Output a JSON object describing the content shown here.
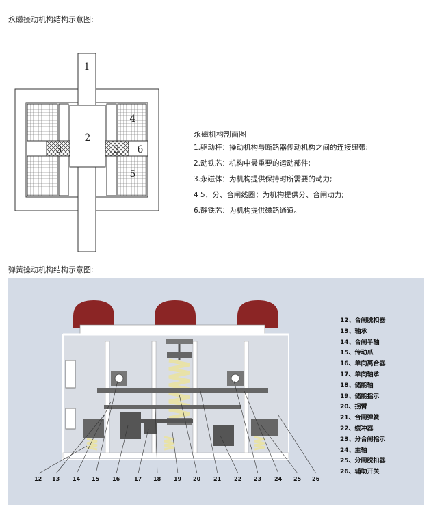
{
  "permanent_magnet": {
    "heading": "永磁操动机构结构示意图:",
    "caption": "永磁机构剖面图",
    "part_labels": [
      "1",
      "2",
      "3",
      "3",
      "4",
      "5",
      "6"
    ],
    "items": [
      "1.驱动杆：操动机构与断路器传动机构之间的连接纽带;",
      "2.动铁芯：机构中最重要的运动部件;",
      "3.永磁体：为机构提供保持时所需要的动力;",
      "4 5．分、合闸线圈：为机构提供分、合闸动力;",
      "6.静铁芯：为机构提供磁路通道。"
    ]
  },
  "spring": {
    "heading": "弹簧操动机构结构示意图:",
    "callout_numbers": [
      "12",
      "13",
      "14",
      "15",
      "16",
      "17",
      "18",
      "19",
      "20",
      "21",
      "22",
      "23",
      "24",
      "25",
      "26"
    ],
    "legend": [
      "12、合闸脱扣器",
      "13、轴承",
      "14、合闸半轴",
      "15、传动爪",
      "16、单向离合器",
      "17、单向轴承",
      "18、储能轴",
      "19、储能指示",
      "20、拐臂",
      "21、合闸弹簧",
      "22、缓冲器",
      "23、分合闸指示",
      "24、主轴",
      "25、分闸脱扣器",
      "26、辅助开关"
    ],
    "colors": {
      "panel": "#d4dbe6",
      "insulator": "#8b2525",
      "spring": "#e8e2a8",
      "frame": "#ffffff",
      "metal": "#5a5a5a"
    }
  }
}
